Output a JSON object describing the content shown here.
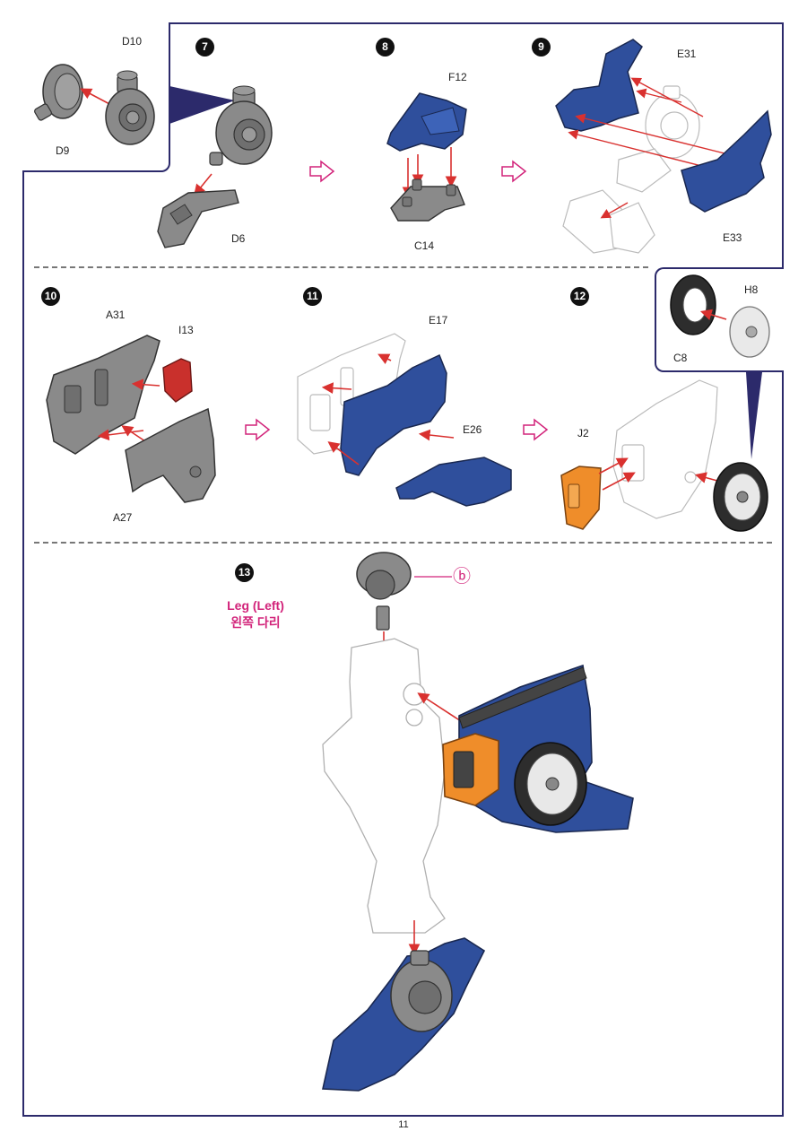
{
  "steps": [
    {
      "number": "7"
    },
    {
      "number": "8"
    },
    {
      "number": "9"
    },
    {
      "number": "10"
    },
    {
      "number": "11"
    },
    {
      "number": "12"
    },
    {
      "number": "13"
    }
  ],
  "parts": {
    "d10": "D10",
    "d9": "D9",
    "d6": "D6",
    "f12": "F12",
    "c14": "C14",
    "e31": "E31",
    "e33": "E33",
    "a31": "A31",
    "i13": "I13",
    "a27": "A27",
    "e17": "E17",
    "e26": "E26",
    "j2": "J2",
    "h8": "H8",
    "c8": "C8"
  },
  "callout_marker": "ⓑ",
  "leg_title": {
    "english": "Leg (Left)",
    "korean": "왼쪽 다리"
  },
  "page_number": "11",
  "colors": {
    "frame": "#2c2a6b",
    "blue_part": "#2f4f9c",
    "grey_part": "#7d7d7d",
    "red_part": "#c9302c",
    "orange_part": "#ef8d2a",
    "accent_pink": "#d2237a",
    "arrow_red": "#d9312f"
  }
}
